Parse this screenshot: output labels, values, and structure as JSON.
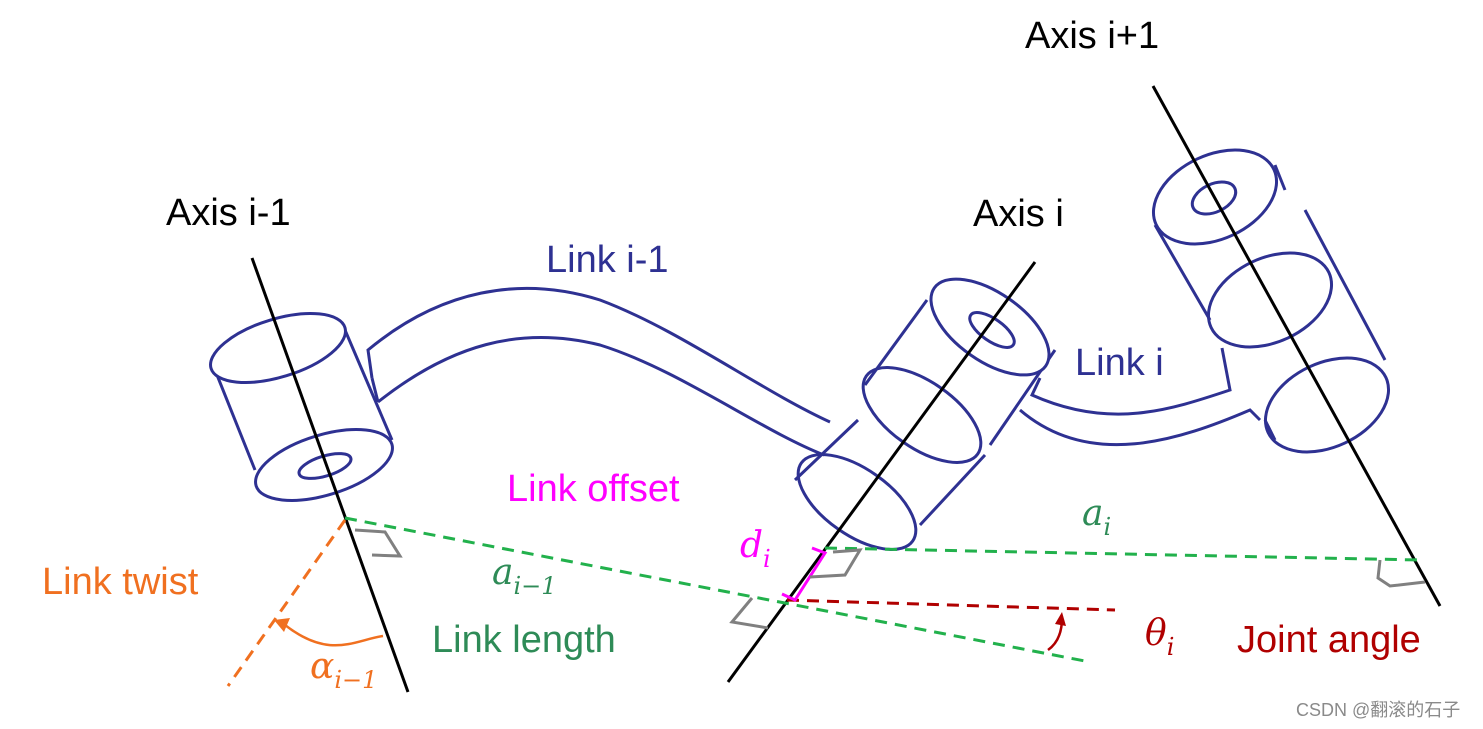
{
  "labels": {
    "axis_im1": "Axis i-1",
    "axis_i": "Axis i",
    "axis_ip1": "Axis i+1",
    "link_im1": "Link i-1",
    "link_i": "Link i",
    "link_offset": "Link offset",
    "link_twist": "Link twist",
    "link_length": "Link length",
    "joint_angle": "Joint angle",
    "watermark": "CSDN @翻滚的石子"
  },
  "symbols": {
    "a_i_base": "a",
    "a_i_sub": "i",
    "a_im1_base": "a",
    "a_im1_sub": "i−1",
    "d_i_base": "d",
    "d_i_sub": "i",
    "theta_i_base": "θ",
    "theta_i_sub": "i",
    "alpha_im1_base": "α",
    "alpha_im1_sub": "i−1"
  },
  "colors": {
    "axis": "#000000",
    "link": "#2e3192",
    "offset": "#ff00ff",
    "twist": "#f07020",
    "length": "#2e8b57",
    "length_line": "#22b14c",
    "joint_angle": "#b00000",
    "right_angle": "#808080",
    "watermark": "#8a8a8a"
  }
}
